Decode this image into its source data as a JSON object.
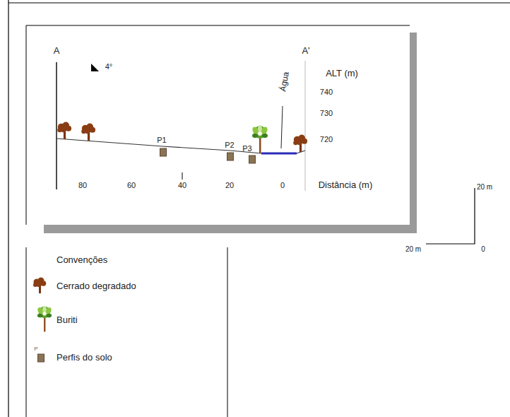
{
  "diagram": {
    "labels": [
      "A",
      "A'",
      "4°",
      "ALT (m)",
      "740",
      "730",
      "720",
      "P1",
      "P2",
      "P3",
      "Água",
      "80",
      "60",
      "40",
      "20",
      "0",
      "Distância (m)",
      "20 m",
      "20 m",
      "0",
      "Convenções",
      "P"
    ],
    "legend": [
      {
        "text": "Cerrado degradado"
      },
      {
        "text": "Buriti"
      },
      {
        "text": "Perfis do solo"
      }
    ]
  }
}
